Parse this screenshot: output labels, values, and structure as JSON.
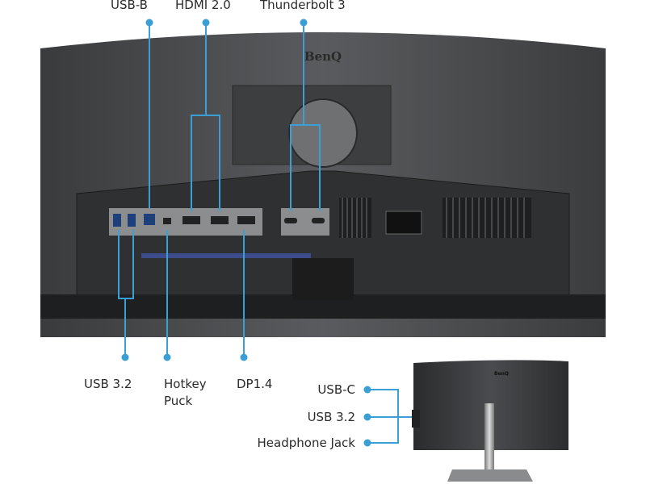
{
  "brand": "BenQ",
  "accent_color": "#3a9fd6",
  "top_labels": {
    "usb_b": "USB-B",
    "hdmi": "HDMI 2.0",
    "thunderbolt": "Thunderbolt 3"
  },
  "bottom_labels": {
    "usb32": "USB 3.2",
    "hotkey_line1": "Hotkey",
    "hotkey_line2": "Puck",
    "dp": "DP1.4"
  },
  "side_labels": {
    "usbc": "USB-C",
    "usb32": "USB 3.2",
    "headphone": "Headphone Jack"
  }
}
